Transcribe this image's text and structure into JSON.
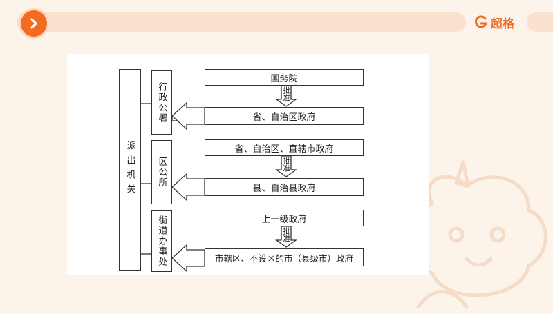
{
  "header": {
    "nav_icon": "chevron-right-icon",
    "brand_icon": "brand-logo-icon",
    "brand_name": "超格",
    "accent_color": "#f36b21"
  },
  "diagram": {
    "main_box": "派出机关",
    "offices": [
      "行政公署",
      "区公所",
      "街道办事处"
    ],
    "rows": [
      {
        "top": "国务院",
        "approve": "批准",
        "bottom": "省、自治区政府"
      },
      {
        "top": "省、自治区、直辖市政府",
        "approve": "批准",
        "bottom": "县、自治县政府"
      },
      {
        "top": "上一级政府",
        "approve": "批准",
        "bottom": "市辖区、不设区的市（县级市）政府"
      }
    ]
  }
}
